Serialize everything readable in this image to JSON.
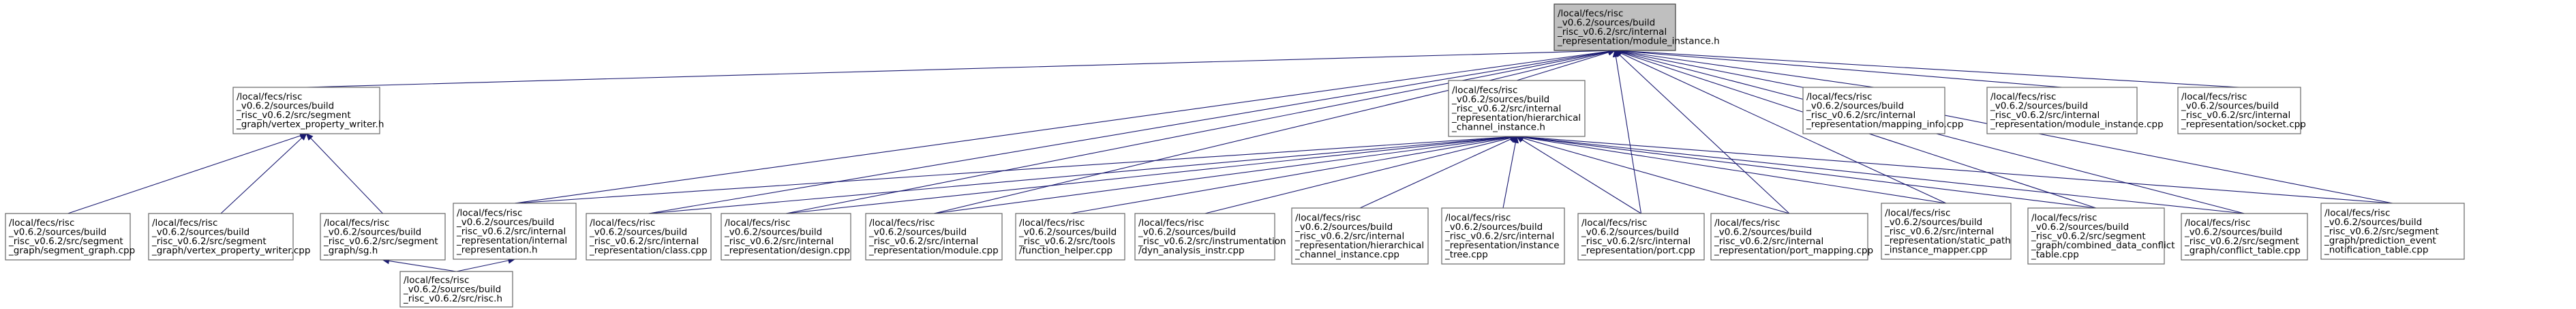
{
  "nodes": [
    {
      "id": "root",
      "root": true,
      "lines": [
        "/local/fecs/risc",
        "_v0.6.2/sources/build",
        "_risc_v0.6.2/src/internal",
        "_representation/module_instance.h"
      ]
    },
    {
      "id": "vpw_h",
      "lines": [
        "/local/fecs/risc",
        "_v0.6.2/sources/build",
        "_risc_v0.6.2/src/segment",
        "_graph/vertex_property_writer.h"
      ]
    },
    {
      "id": "hci_h",
      "lines": [
        "/local/fecs/risc",
        "_v0.6.2/sources/build",
        "_risc_v0.6.2/src/internal",
        "_representation/hierarchical",
        "_channel_instance.h"
      ]
    },
    {
      "id": "mapping_info",
      "lines": [
        "/local/fecs/risc",
        "_v0.6.2/sources/build",
        "_risc_v0.6.2/src/internal",
        "_representation/mapping_info.cpp"
      ]
    },
    {
      "id": "module_instance_cpp",
      "lines": [
        "/local/fecs/risc",
        "_v0.6.2/sources/build",
        "_risc_v0.6.2/src/internal",
        "_representation/module_instance.cpp"
      ]
    },
    {
      "id": "socket_cpp",
      "lines": [
        "/local/fecs/risc",
        "_v0.6.2/sources/build",
        "_risc_v0.6.2/src/internal",
        "_representation/socket.cpp"
      ]
    },
    {
      "id": "segment_graph",
      "lines": [
        "/local/fecs/risc",
        "_v0.6.2/sources/build",
        "_risc_v0.6.2/src/segment",
        "_graph/segment_graph.cpp"
      ]
    },
    {
      "id": "vpw_cpp",
      "lines": [
        "/local/fecs/risc",
        "_v0.6.2/sources/build",
        "_risc_v0.6.2/src/segment",
        "_graph/vertex_property_writer.cpp"
      ]
    },
    {
      "id": "sg_h",
      "lines": [
        "/local/fecs/risc",
        "_v0.6.2/sources/build",
        "_risc_v0.6.2/src/segment",
        "_graph/sg.h"
      ]
    },
    {
      "id": "internal_h",
      "lines": [
        "/local/fecs/risc",
        "_v0.6.2/sources/build",
        "_risc_v0.6.2/src/internal",
        "_representation/internal",
        "_representation.h"
      ]
    },
    {
      "id": "class_cpp",
      "lines": [
        "/local/fecs/risc",
        "_v0.6.2/sources/build",
        "_risc_v0.6.2/src/internal",
        "_representation/class.cpp"
      ]
    },
    {
      "id": "design_cpp",
      "lines": [
        "/local/fecs/risc",
        "_v0.6.2/sources/build",
        "_risc_v0.6.2/src/internal",
        "_representation/design.cpp"
      ]
    },
    {
      "id": "module_cpp",
      "lines": [
        "/local/fecs/risc",
        "_v0.6.2/sources/build",
        "_risc_v0.6.2/src/internal",
        "_representation/module.cpp"
      ]
    },
    {
      "id": "function_helper",
      "lines": [
        "/local/fecs/risc",
        "_v0.6.2/sources/build",
        "_risc_v0.6.2/src/tools",
        "/function_helper.cpp"
      ]
    },
    {
      "id": "dyn_analysis",
      "lines": [
        "/local/fecs/risc",
        "_v0.6.2/sources/build",
        "_risc_v0.6.2/src/instrumentation",
        "/dyn_analysis_instr.cpp"
      ]
    },
    {
      "id": "hci_cpp",
      "lines": [
        "/local/fecs/risc",
        "_v0.6.2/sources/build",
        "_risc_v0.6.2/src/internal",
        "_representation/hierarchical",
        "_channel_instance.cpp"
      ]
    },
    {
      "id": "instance_tree",
      "lines": [
        "/local/fecs/risc",
        "_v0.6.2/sources/build",
        "_risc_v0.6.2/src/internal",
        "_representation/instance",
        "_tree.cpp"
      ]
    },
    {
      "id": "port_cpp",
      "lines": [
        "/local/fecs/risc",
        "_v0.6.2/sources/build",
        "_risc_v0.6.2/src/internal",
        "_representation/port.cpp"
      ]
    },
    {
      "id": "port_mapping",
      "lines": [
        "/local/fecs/risc",
        "_v0.6.2/sources/build",
        "_risc_v0.6.2/src/internal",
        "_representation/port_mapping.cpp"
      ]
    },
    {
      "id": "static_path",
      "lines": [
        "/local/fecs/risc",
        "_v0.6.2/sources/build",
        "_risc_v0.6.2/src/internal",
        "_representation/static_path",
        "_instance_mapper.cpp"
      ]
    },
    {
      "id": "combined_data",
      "lines": [
        "/local/fecs/risc",
        "_v0.6.2/sources/build",
        "_risc_v0.6.2/src/segment",
        "_graph/combined_data_conflict",
        "_table.cpp"
      ]
    },
    {
      "id": "conflict_table",
      "lines": [
        "/local/fecs/risc",
        "_v0.6.2/sources/build",
        "_risc_v0.6.2/src/segment",
        "_graph/conflict_table.cpp"
      ]
    },
    {
      "id": "prediction_event",
      "lines": [
        "/local/fecs/risc",
        "_v0.6.2/sources/build",
        "_risc_v0.6.2/src/segment",
        "_graph/prediction_event",
        "_notification_table.cpp"
      ]
    },
    {
      "id": "risc_h",
      "lines": [
        "/local/fecs/risc",
        "_v0.6.2/sources/build",
        "_risc_v0.6.2/src/risc.h"
      ]
    }
  ],
  "edges": [
    [
      "vpw_h",
      "root"
    ],
    [
      "hci_h",
      "root"
    ],
    [
      "mapping_info",
      "root"
    ],
    [
      "module_instance_cpp",
      "root"
    ],
    [
      "socket_cpp",
      "root"
    ],
    [
      "internal_h",
      "root"
    ],
    [
      "class_cpp",
      "root"
    ],
    [
      "design_cpp",
      "root"
    ],
    [
      "module_cpp",
      "root"
    ],
    [
      "port_cpp",
      "root"
    ],
    [
      "port_mapping",
      "root"
    ],
    [
      "static_path",
      "root"
    ],
    [
      "combined_data",
      "root"
    ],
    [
      "conflict_table",
      "root"
    ],
    [
      "prediction_event",
      "root"
    ],
    [
      "segment_graph",
      "vpw_h"
    ],
    [
      "vpw_cpp",
      "vpw_h"
    ],
    [
      "sg_h",
      "vpw_h"
    ],
    [
      "internal_h",
      "hci_h"
    ],
    [
      "class_cpp",
      "hci_h"
    ],
    [
      "design_cpp",
      "hci_h"
    ],
    [
      "module_cpp",
      "hci_h"
    ],
    [
      "function_helper",
      "hci_h"
    ],
    [
      "dyn_analysis",
      "hci_h"
    ],
    [
      "hci_cpp",
      "hci_h"
    ],
    [
      "instance_tree",
      "hci_h"
    ],
    [
      "port_cpp",
      "hci_h"
    ],
    [
      "port_mapping",
      "hci_h"
    ],
    [
      "static_path",
      "hci_h"
    ],
    [
      "combined_data",
      "hci_h"
    ],
    [
      "conflict_table",
      "hci_h"
    ],
    [
      "prediction_event",
      "hci_h"
    ],
    [
      "risc_h",
      "sg_h"
    ],
    [
      "risc_h",
      "internal_h"
    ]
  ]
}
